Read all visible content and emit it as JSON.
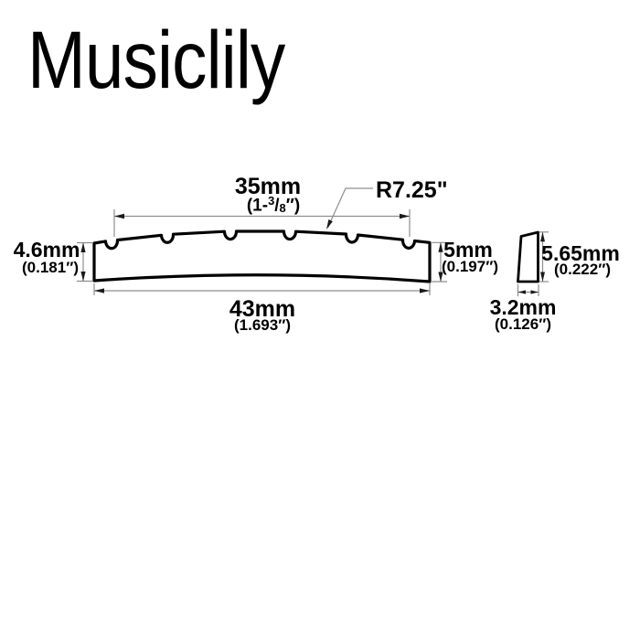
{
  "brand": {
    "logo": "Musiclily"
  },
  "part": {
    "type_hint": "guitar nut technical drawing",
    "string_slots": 6
  },
  "dims": {
    "string_spread": {
      "mm": "35mm",
      "in_prefix": "(1-",
      "in_numerator": "3",
      "in_slash": "/",
      "in_denominator": "8",
      "in_suffix": "″)"
    },
    "radius": "R7.25\"",
    "height_left": {
      "mm": "4.6mm",
      "in": "(0.181″)"
    },
    "height_right": {
      "mm": "5mm",
      "in": "(0.197″)"
    },
    "overall_width": {
      "mm": "43mm",
      "in": "(1.693″)"
    },
    "side_height": {
      "mm": "5.65mm",
      "in": "(0.222″)"
    },
    "side_thickness": {
      "mm": "3.2mm",
      "in": "(0.126″)"
    }
  },
  "colors": {
    "background": "#ffffff",
    "outline": "#000000",
    "dim_lines": "#8e8e8e",
    "arrows": "#1a1a1a",
    "text": "#000000"
  }
}
